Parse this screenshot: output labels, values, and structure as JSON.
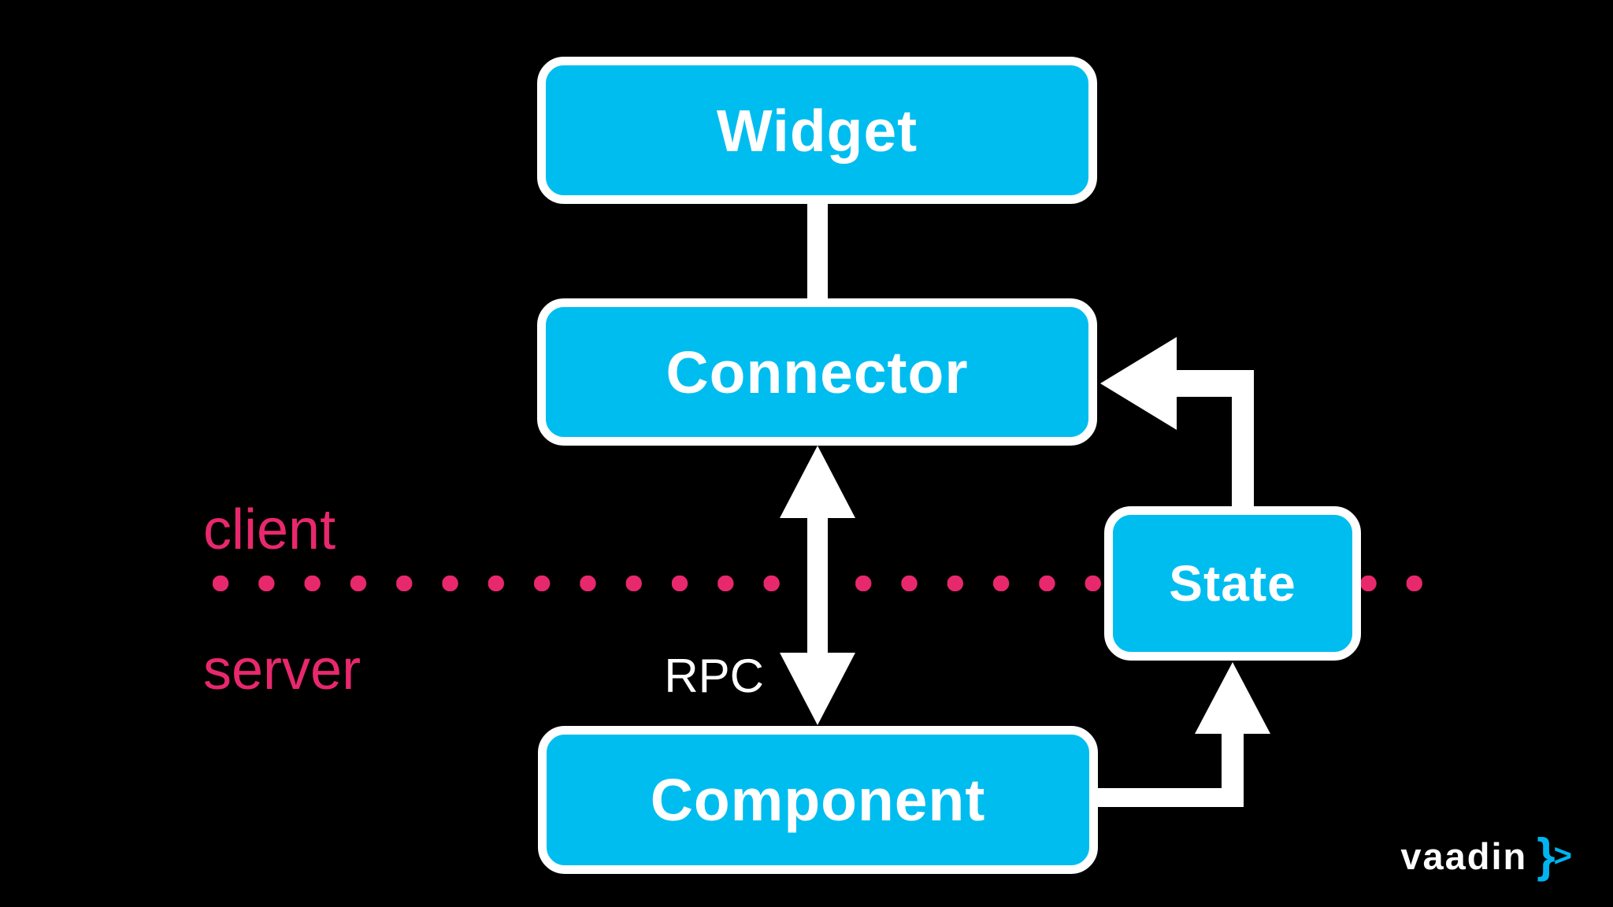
{
  "colors": {
    "background": "#000000",
    "node_fill": "#00BDF0",
    "node_border": "#FFFFFF",
    "node_text": "#FFFFFF",
    "divider_pink": "#E8286D",
    "arrow_white": "#FFFFFF",
    "logo_text": "#FFFFFF",
    "logo_mark_blue": "#00B4F0"
  },
  "nodes": {
    "widget": {
      "label": "Widget"
    },
    "connector": {
      "label": "Connector"
    },
    "component": {
      "label": "Component"
    },
    "state": {
      "label": "State"
    }
  },
  "divider": {
    "client_label": "client",
    "server_label": "server"
  },
  "edge_labels": {
    "rpc": "RPC"
  },
  "edges": [
    {
      "from": "widget",
      "to": "connector",
      "type": "line"
    },
    {
      "from": "connector",
      "to": "component",
      "type": "double-arrow",
      "label": "RPC"
    },
    {
      "from": "state",
      "to": "connector",
      "type": "arrow"
    },
    {
      "from": "component",
      "to": "state",
      "type": "arrow"
    }
  ],
  "logo": {
    "name": "vaadin",
    "brace": "}",
    "chevron": ">"
  }
}
